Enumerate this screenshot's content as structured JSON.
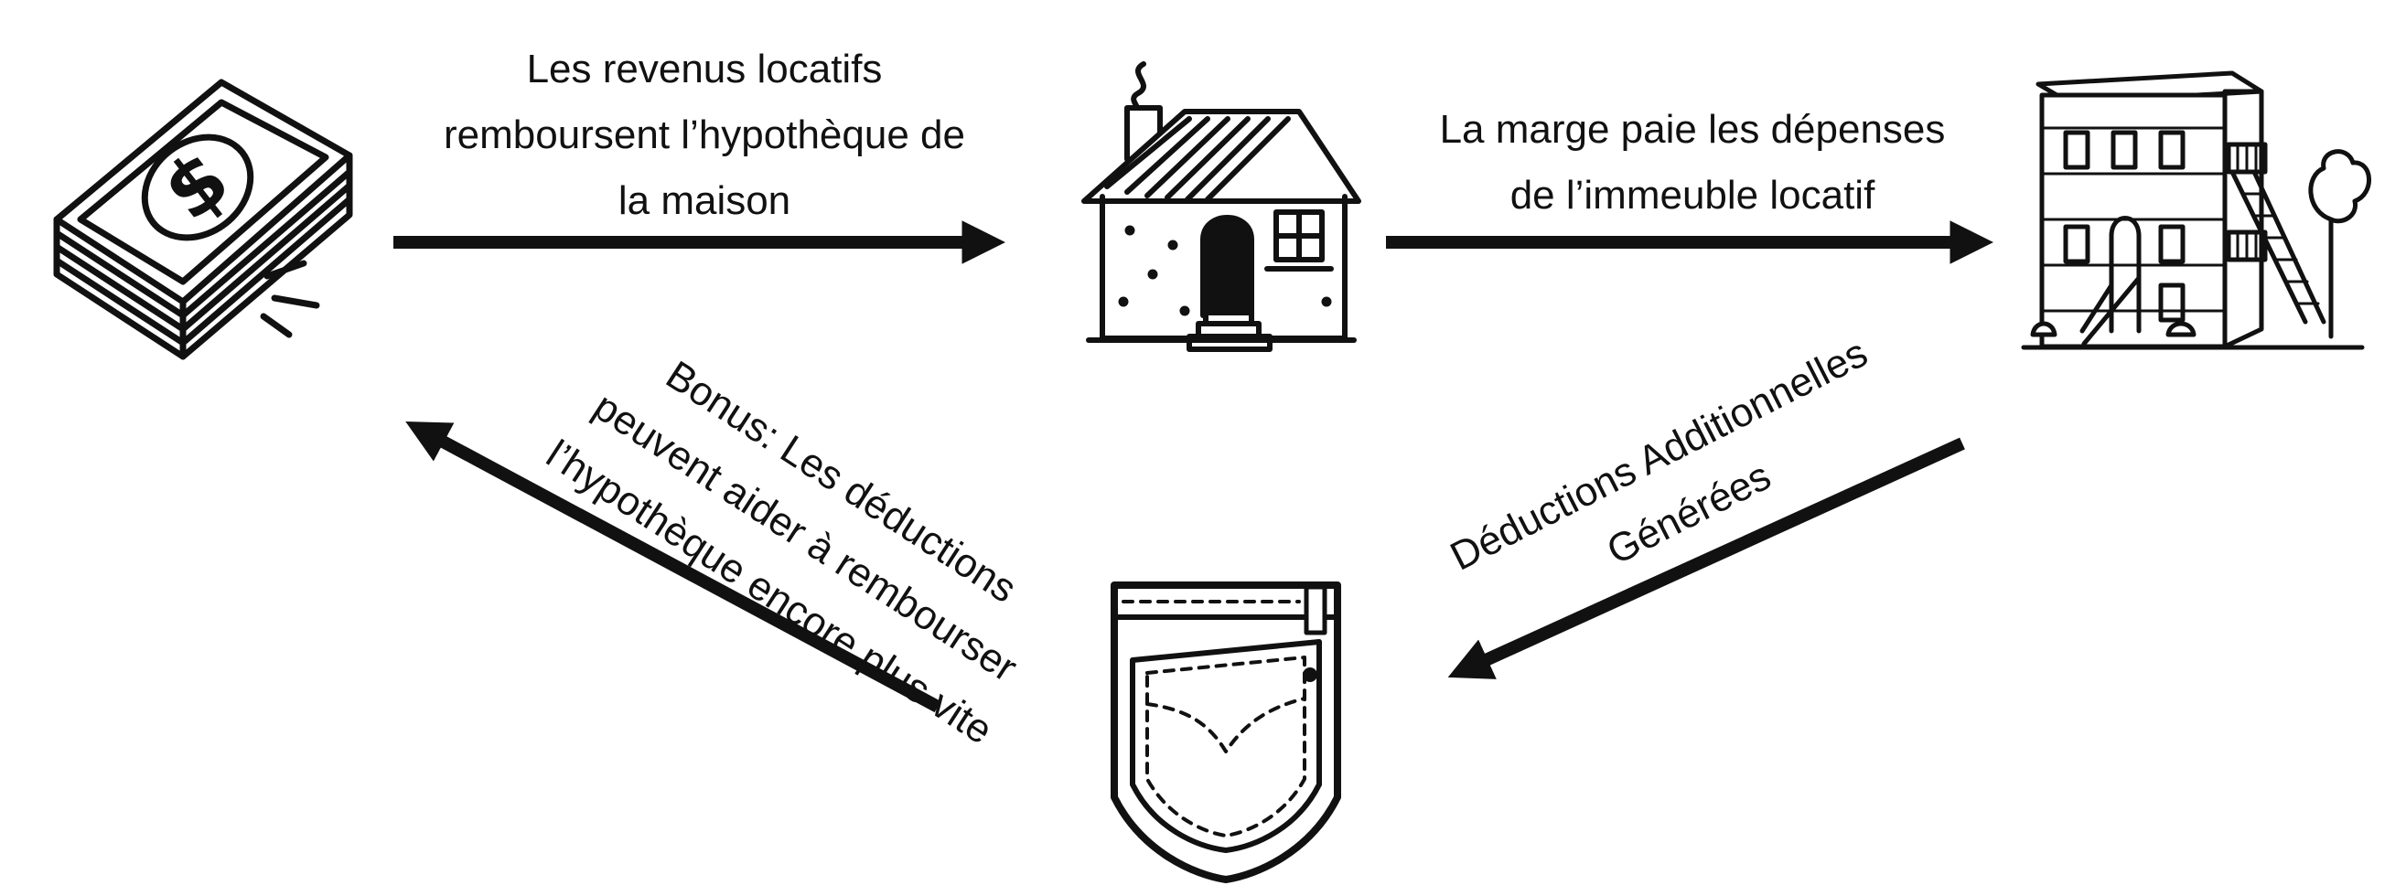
{
  "nodes": {
    "money": {
      "icon": "money-stack-icon"
    },
    "house": {
      "icon": "house-icon"
    },
    "building": {
      "icon": "rental-building-icon"
    },
    "pocket": {
      "icon": "jeans-pocket-icon"
    }
  },
  "edges": {
    "money_to_house": [
      "Les revenus locatifs",
      "remboursent l’hypothèque de",
      "la maison"
    ],
    "house_to_building": [
      "La marge paie les dépenses",
      "de l’immeuble locatif"
    ],
    "building_to_pocket": [
      "Déductions Additionnelles",
      "Générées"
    ],
    "pocket_to_money": [
      "Bonus: Les déductions",
      "peuvent aider à rembourser",
      "l’hypothèque encore plus vite"
    ]
  },
  "colors": {
    "ink": "#111111",
    "background": "#ffffff"
  }
}
